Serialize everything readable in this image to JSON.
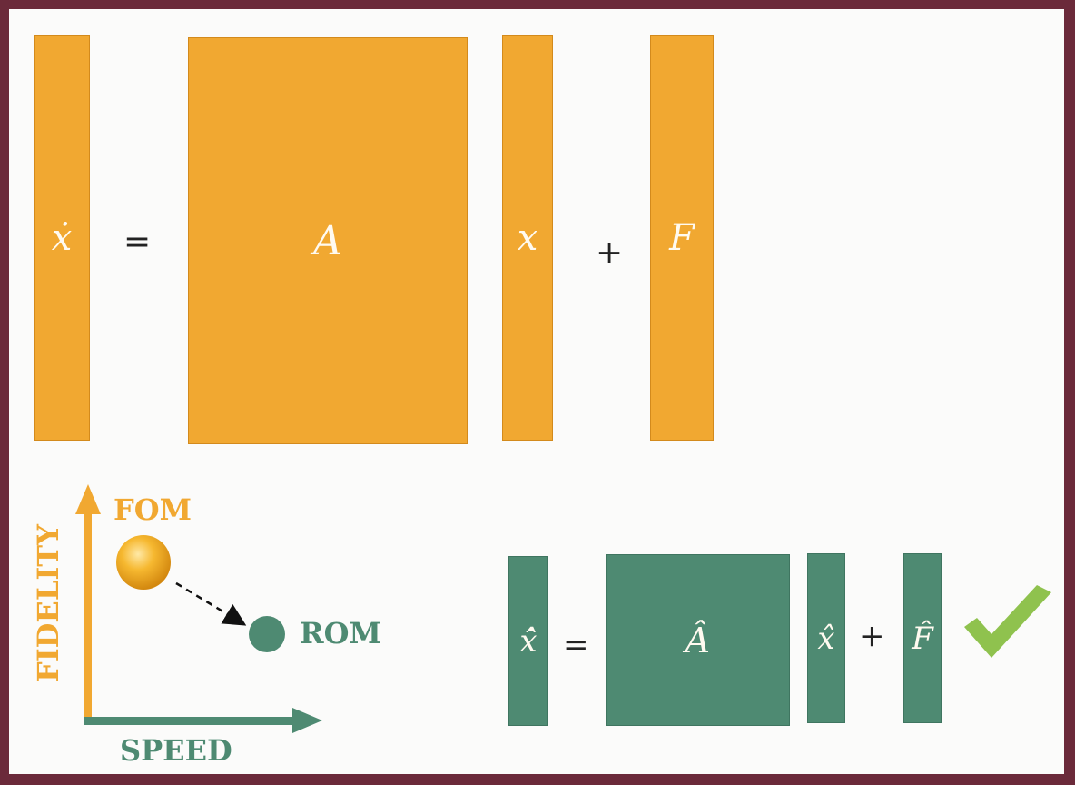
{
  "fom_equation": {
    "lhs": "ẋ",
    "eq": "=",
    "matrix": "A",
    "vec": "x",
    "plus": "+",
    "forcing": "F"
  },
  "rom_equation": {
    "lhs": "x̂̇",
    "eq": "=",
    "matrix": "Â",
    "vec": "x̂",
    "plus": "+",
    "forcing": "F̂"
  },
  "tradeoff_plot": {
    "y_axis_label": "FIDELITY",
    "x_axis_label": "SPEED",
    "fom_label": "FOM",
    "rom_label": "ROM"
  },
  "colors": {
    "fom_orange": "#f1a831",
    "rom_green": "#4e8a72",
    "check_green": "#8fc24e",
    "border": "#6b2a3a"
  },
  "icons": [
    "checkmark-icon",
    "arrow-icon"
  ]
}
